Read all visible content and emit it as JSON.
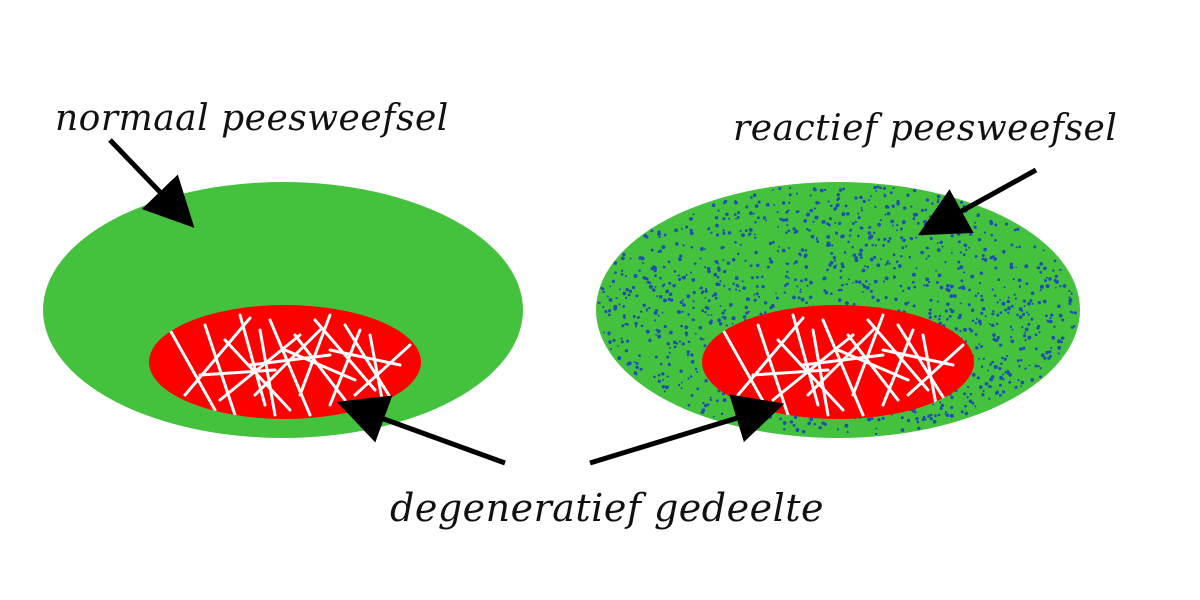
{
  "labels": {
    "normal": "normaal peesweefsel",
    "reactive": "reactief peesweefsel",
    "degenerative": "degeneratief gedeelte"
  },
  "colors": {
    "tendon_green": "#44c23e",
    "degenerative_red": "#ff0000",
    "fiber_white": "#ffffff",
    "reactive_dots_blue": "#1f4fb0",
    "arrow_black": "#000000"
  }
}
